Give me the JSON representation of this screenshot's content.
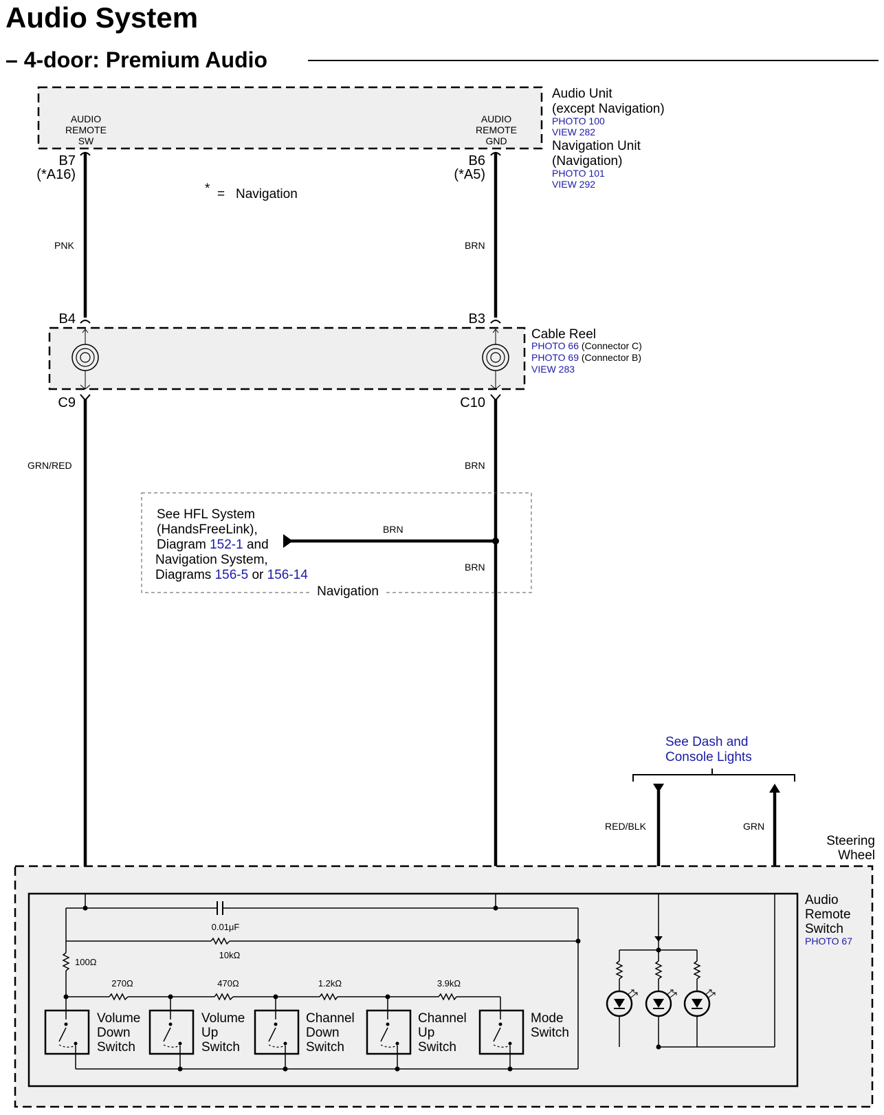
{
  "title": "Audio System",
  "subtitle": "– 4-door: Premium Audio",
  "audio_unit": {
    "name_1": "Audio Unit",
    "name_2": "(except Navigation)",
    "ref_1": "PHOTO 100",
    "ref_2": "VIEW 282",
    "nav_name_1": "Navigation Unit",
    "nav_name_2": "(Navigation)",
    "nav_ref_1": "PHOTO 101",
    "nav_ref_2": "VIEW 292",
    "left_pin_lines": [
      "AUDIO",
      "REMOTE",
      "SW"
    ],
    "right_pin_lines": [
      "AUDIO",
      "REMOTE",
      "GND"
    ],
    "left_terminal": "B7",
    "left_terminal_alt": "(*A16)",
    "right_terminal": "B6",
    "right_terminal_alt": "(*A5)"
  },
  "legend": {
    "star": "*",
    "equals": "=",
    "meaning": "Navigation"
  },
  "wires": {
    "upper_left": "PNK",
    "upper_right": "BRN",
    "lower_left": "GRN/RED",
    "lower_right": "BRN",
    "branch": "BRN",
    "branch_down": "BRN",
    "light_left": "RED/BLK",
    "light_right": "GRN"
  },
  "cable_reel": {
    "name": "Cable Reel",
    "ref_1_link": "PHOTO 66",
    "ref_1_text": " (Connector C)",
    "ref_2_link": "PHOTO 69",
    "ref_2_text": " (Connector B)",
    "ref_3": "VIEW 283",
    "top_left": "B4",
    "top_right": "B3",
    "bottom_left": "C9",
    "bottom_right": "C10"
  },
  "hfl_note": {
    "line_1": "See HFL System",
    "line_2": "(HandsFreeLink),",
    "line_3_a": "Diagram ",
    "line_3_link": "152-1",
    "line_3_b": " and",
    "line_4": "Navigation System,",
    "line_5_a": "Diagrams ",
    "line_5_link_1": "156-5",
    "line_5_b": " or ",
    "line_5_link_2": "156-14",
    "box_label": "Navigation"
  },
  "dash_lights": {
    "line_1": "See Dash and",
    "line_2": "Console Lights"
  },
  "steering_wheel": {
    "line_1": "Steering",
    "line_2": "Wheel"
  },
  "remote_switch": {
    "line_1": "Audio",
    "line_2": "Remote",
    "line_3": "Switch",
    "ref": "PHOTO 67"
  },
  "components": {
    "capacitor": "0.01μF",
    "res_10k": "10kΩ",
    "res_100": "100Ω",
    "res_270": "270Ω",
    "res_470": "470Ω",
    "res_1k2": "1.2kΩ",
    "res_3k9": "3.9kΩ"
  },
  "switches": [
    {
      "line_1": "Volume",
      "line_2": "Down",
      "line_3": "Switch"
    },
    {
      "line_1": "Volume",
      "line_2": "Up",
      "line_3": "Switch"
    },
    {
      "line_1": "Channel",
      "line_2": "Down",
      "line_3": "Switch"
    },
    {
      "line_1": "Channel",
      "line_2": "Up",
      "line_3": "Switch"
    },
    {
      "line_1": "Mode",
      "line_2": "Switch",
      "line_3": ""
    }
  ],
  "colors": {
    "link": "#1a1aa8",
    "box_fill": "#efefef",
    "line": "#000000"
  }
}
